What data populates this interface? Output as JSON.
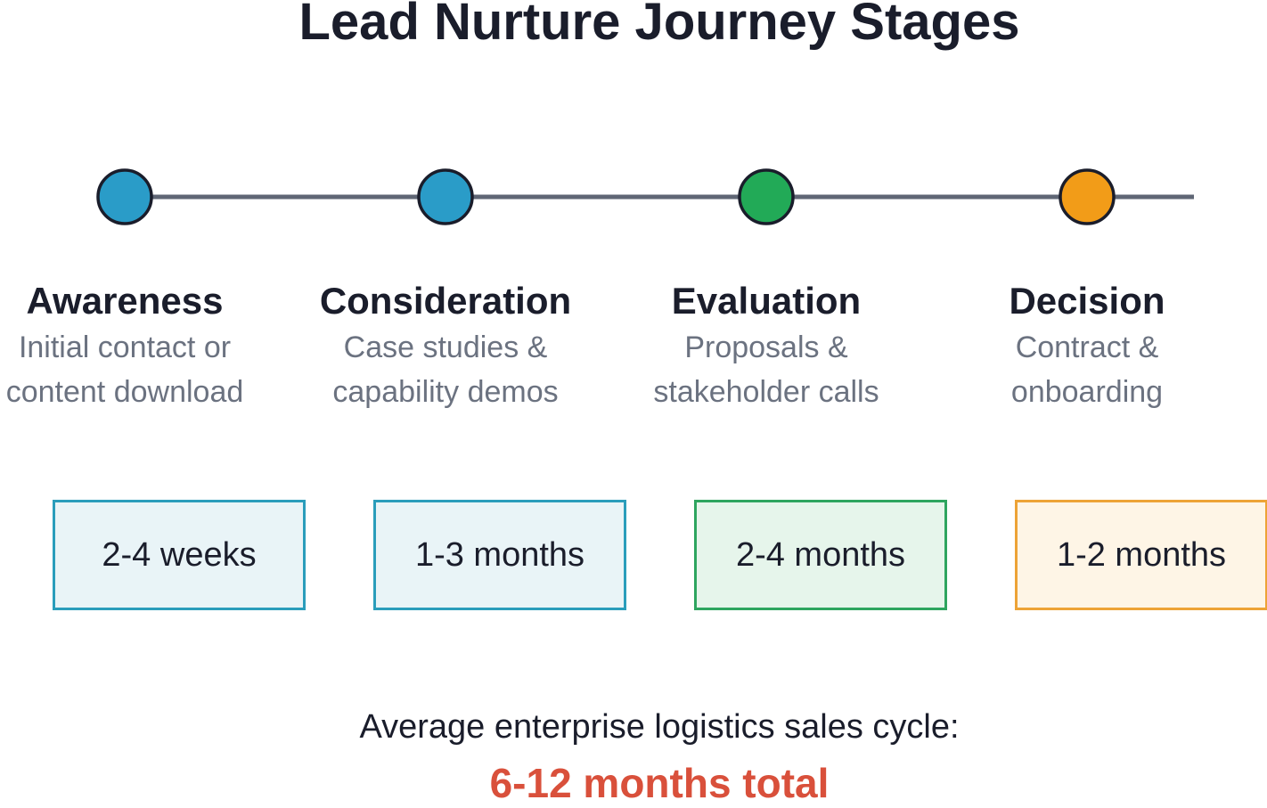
{
  "title": "Lead Nurture Journey Stages",
  "colors": {
    "line": "#5f6675",
    "outline": "#1a1d2b",
    "title_text": "#1a1d2b",
    "description_text": "#6b7280",
    "total_text": "#d9503b"
  },
  "stages": [
    {
      "name": "Awareness",
      "description": [
        "Initial contact or",
        "content download"
      ],
      "duration": "2-4 weeks",
      "node_color": "#2a9cc8",
      "box_border": "#2a9dbb",
      "box_fill": "#e9f4f7"
    },
    {
      "name": "Consideration",
      "description": [
        "Case studies &",
        "capability demos"
      ],
      "duration": "1-3 months",
      "node_color": "#2a9cc8",
      "box_border": "#2a9dbb",
      "box_fill": "#e9f4f7"
    },
    {
      "name": "Evaluation",
      "description": [
        "Proposals &",
        "stakeholder calls"
      ],
      "duration": "2-4 months",
      "node_color": "#22aa57",
      "box_border": "#2ea55f",
      "box_fill": "#e6f5eb"
    },
    {
      "name": "Decision",
      "description": [
        "Contract &",
        "onboarding"
      ],
      "duration": "1-2 months",
      "node_color": "#f29c18",
      "box_border": "#eda336",
      "box_fill": "#fef5e6"
    }
  ],
  "summary": {
    "label": "Average enterprise logistics sales cycle:",
    "total": "6-12 months total"
  }
}
